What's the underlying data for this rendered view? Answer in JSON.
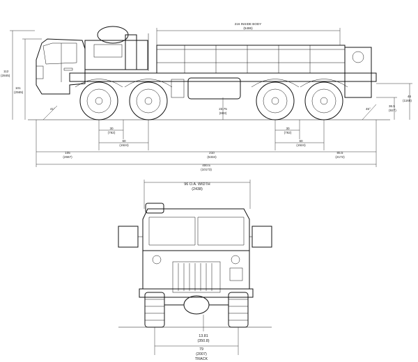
{
  "side_view": {
    "inside_body": {
      "value": "216 INSIDE BODY",
      "metric": "(5486)"
    },
    "overall_height": {
      "value": "112",
      "metric": "(2845)"
    },
    "cab_height": {
      "value": "101",
      "metric": "(2565)"
    },
    "rear_height": {
      "value": "46",
      "metric": "(1168)"
    },
    "rear_bed_height": {
      "value": "36.5",
      "metric": "(927)"
    },
    "ground_clearance": {
      "value": "23.75",
      "metric": "(603)"
    },
    "approach_angle": "41°",
    "departure_angle": "45°",
    "front_axle_spacing": {
      "value": "30",
      "metric": "(762)"
    },
    "front_axle_offset": {
      "value": "60",
      "metric": "(1524)"
    },
    "rear_axle_spacing": {
      "value": "30",
      "metric": "(762)"
    },
    "rear_axle_offset": {
      "value": "60",
      "metric": "(1524)"
    },
    "front_overhang": {
      "value": "105",
      "metric": "(2667)"
    },
    "wheelbase": {
      "value": "210",
      "metric": "(5334)"
    },
    "rear_overhang": {
      "value": "85.5",
      "metric": "(2172)"
    },
    "overall_length": {
      "value": "400.5",
      "metric": "(10173)"
    }
  },
  "front_view": {
    "width": {
      "value": "96 O.A. WIDTH",
      "metric": "(2438)"
    },
    "ground_clearance": {
      "value": "13.81",
      "metric": "(350.8)"
    },
    "track": {
      "value": "79",
      "metric": "(2007)",
      "label": "TRACK"
    }
  }
}
